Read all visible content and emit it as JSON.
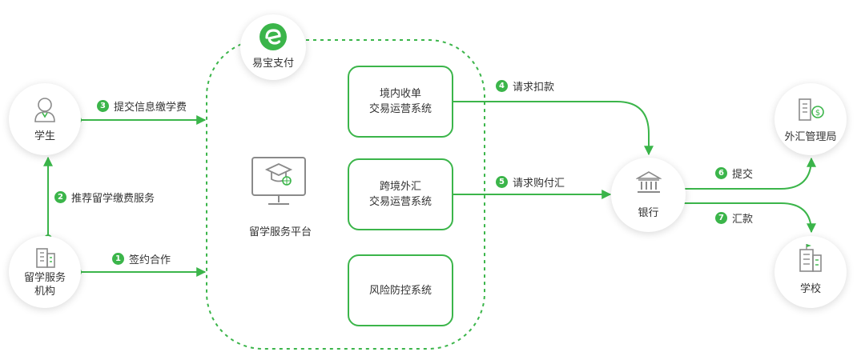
{
  "colors": {
    "accent": "#3bb54a",
    "text": "#333333",
    "icon": "#8a8a8a"
  },
  "nodes": {
    "student": {
      "label": "学生",
      "icon": "user-icon"
    },
    "agency": {
      "label": "留学服务\n机构",
      "icon": "building-icon"
    },
    "bank": {
      "label": "银行",
      "icon": "bank-icon"
    },
    "forex_bureau": {
      "label": "外汇管理局",
      "icon": "building-dollar-icon"
    },
    "school": {
      "label": "学校",
      "icon": "school-building-icon"
    }
  },
  "provider": {
    "label": "易宝支付",
    "icon": "yeepay-logo"
  },
  "platform": {
    "label": "留学服务平台",
    "icon": "monitor-graduation-cap-icon"
  },
  "systems": [
    {
      "label": "境内收单\n交易运营系统"
    },
    {
      "label": "跨境外汇\n交易运营系统"
    },
    {
      "label": "风险防控系统"
    }
  ],
  "steps": [
    {
      "num": "1",
      "text": "签约合作"
    },
    {
      "num": "2",
      "text": "推荐留学缴费服务"
    },
    {
      "num": "3",
      "text": "提交信息缴学费"
    },
    {
      "num": "4",
      "text": "请求扣款"
    },
    {
      "num": "5",
      "text": "请求购付汇"
    },
    {
      "num": "6",
      "text": "提交"
    },
    {
      "num": "7",
      "text": "汇款"
    }
  ]
}
